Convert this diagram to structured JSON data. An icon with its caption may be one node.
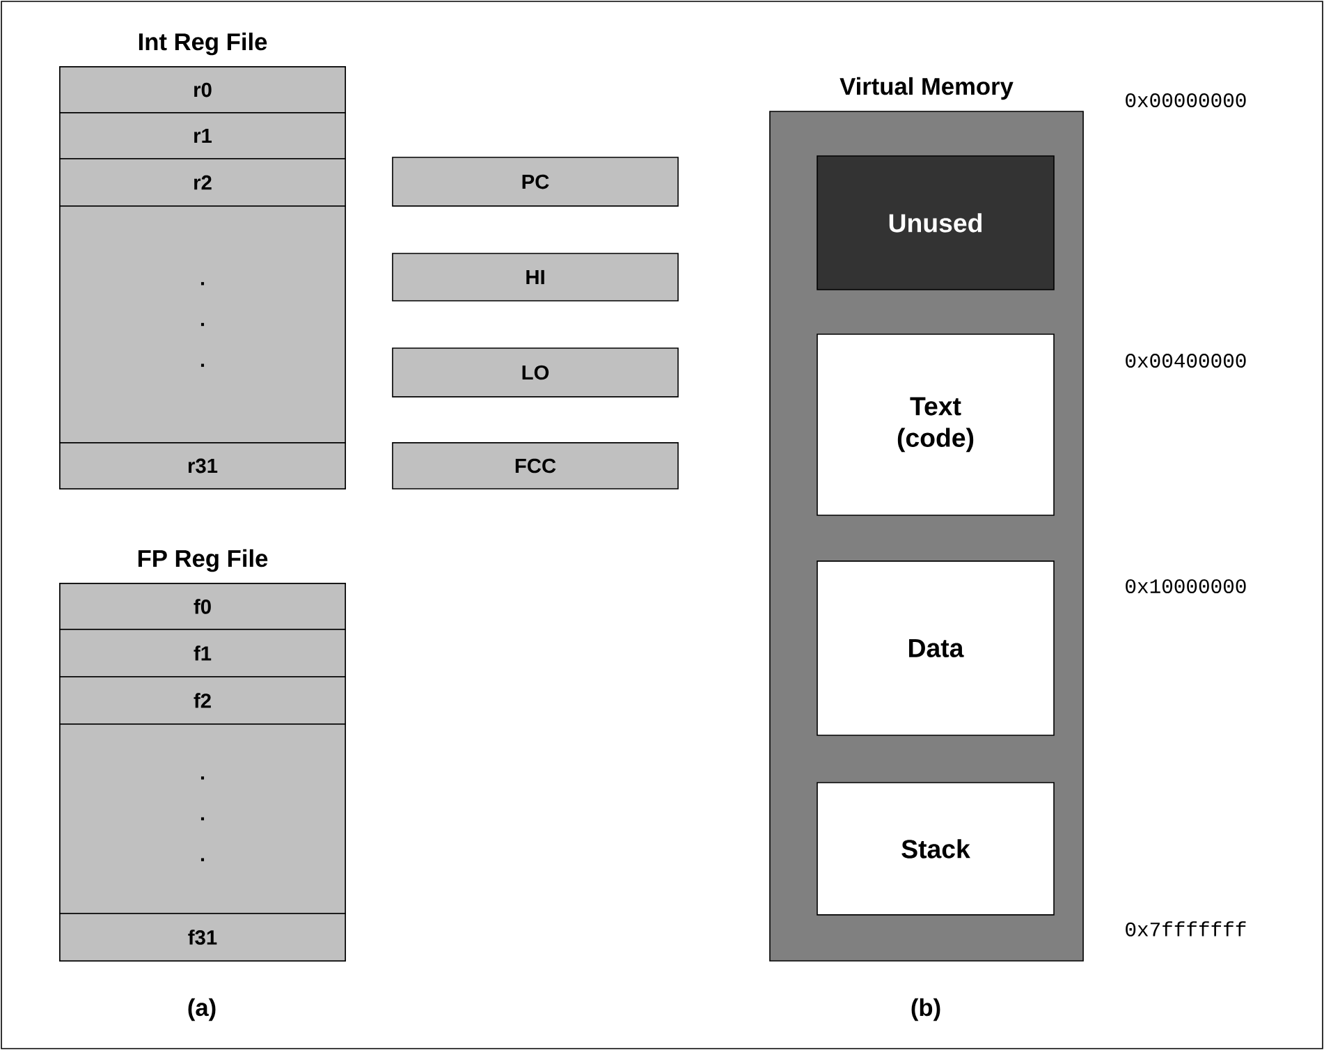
{
  "diagram": {
    "nodes": [
      {
        "text": [
          "Int Reg File"
        ]
      },
      {
        "text": [
          "r0"
        ],
        "in": 0
      },
      {
        "text": [
          "r1"
        ],
        "in": 0
      },
      {
        "text": [
          "r2"
        ],
        "in": 0
      },
      {
        "text": [
          ". . ."
        ],
        "in": 0
      },
      {
        "text": [
          "r31"
        ],
        "in": 0
      },
      {
        "text": [
          "PC"
        ]
      },
      {
        "text": [
          "HI"
        ]
      },
      {
        "text": [
          "LO"
        ]
      },
      {
        "text": [
          "FCC"
        ]
      },
      {
        "text": [
          "FP Reg File"
        ]
      },
      {
        "text": [
          "f0"
        ],
        "in": 10
      },
      {
        "text": [
          "f1"
        ],
        "in": 10
      },
      {
        "text": [
          "f2"
        ],
        "in": 10
      },
      {
        "text": [
          ". . ."
        ],
        "in": 10
      },
      {
        "text": [
          "f31"
        ],
        "in": 10
      },
      {
        "text": [
          "Virtual Memory"
        ]
      },
      {
        "text": [
          "Unused"
        ],
        "in": 16
      },
      {
        "text": [
          "Text (code)"
        ],
        "in": 16
      },
      {
        "text": [
          "Data"
        ],
        "in": 16
      },
      {
        "text": [
          "Stack"
        ],
        "in": 16
      }
    ],
    "labels": [
      "0x00000000",
      "0x00400000",
      "0x10000000",
      "0x7fffffff",
      "(a)",
      "(b)"
    ]
  }
}
